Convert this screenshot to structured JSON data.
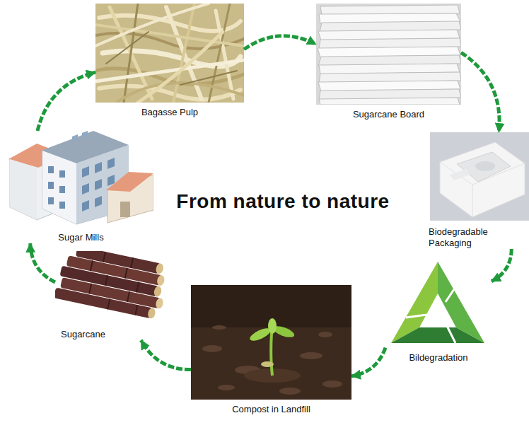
{
  "diagram": {
    "title": "From nature to nature",
    "nodes": [
      {
        "text": [
          "Bagasse Pulp"
        ]
      },
      {
        "text": [
          "Sugarcane Board"
        ]
      },
      {
        "text": [
          "Biodegradable Packaging"
        ]
      },
      {
        "text": [
          "Bildegradation"
        ]
      },
      {
        "text": [
          "Compost in Landfill"
        ]
      },
      {
        "text": [
          "Sugarcane"
        ]
      },
      {
        "text": [
          "Sugar Mills"
        ]
      }
    ],
    "edges": [
      {
        "from": 0,
        "to": 1,
        "arrow": "to"
      },
      {
        "from": 1,
        "to": 2,
        "arrow": "to"
      },
      {
        "from": 2,
        "to": 3,
        "arrow": "to"
      },
      {
        "from": 3,
        "to": 4,
        "arrow": "to"
      },
      {
        "from": 4,
        "to": 5,
        "arrow": "to"
      },
      {
        "from": 5,
        "to": 6,
        "arrow": "to"
      },
      {
        "from": 6,
        "to": 0,
        "arrow": "to"
      }
    ]
  }
}
